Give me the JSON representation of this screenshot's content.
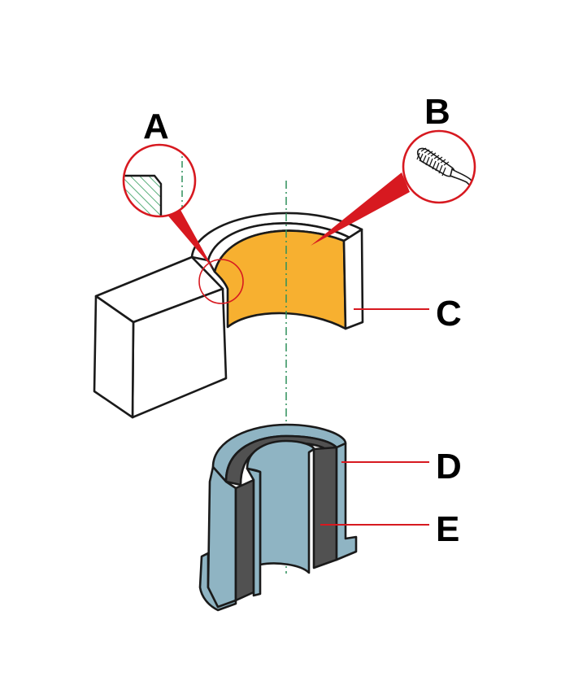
{
  "labels": {
    "a": "A",
    "b": "B",
    "c": "C",
    "d": "D",
    "e": "E"
  },
  "colors": {
    "outline": "#1a1a1a",
    "leader_red": "#d71920",
    "inner_surface_orange": "#f7b030",
    "bush_light": "#8fb4c3",
    "bush_dark": "#515151",
    "axis_green": "#2f8f5a",
    "hatch_green": "#2f9a5a"
  },
  "icons": {
    "detail_a": "chamfer-hatch-section-icon",
    "detail_b": "brush-icon"
  }
}
